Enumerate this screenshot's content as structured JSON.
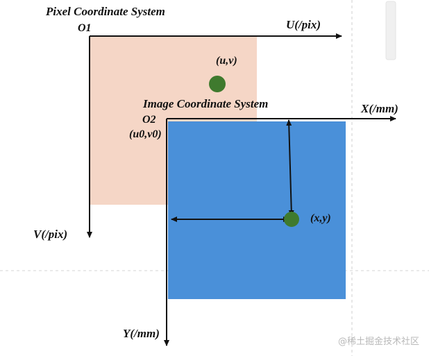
{
  "labels": {
    "pixel_system_title": "Pixel Coordinate System",
    "pixel_origin": "O1",
    "pixel_u_axis": "U(/pix)",
    "pixel_v_axis": "V(/pix)",
    "pixel_point": "(u,v)",
    "image_system_title": "Image Coordinate System",
    "image_origin": "O2",
    "image_origin_coords": "(u0,v0)",
    "image_x_axis": "X(/mm)",
    "image_y_axis": "Y(/mm)",
    "image_point": "(x,y)"
  },
  "watermark": "@稀土掘金技术社区",
  "colors": {
    "pixel_plane": "#f5d6c6",
    "image_plane": "#4a90d9",
    "point": "#3f7a2e",
    "axis": "#111111",
    "guide": "#c8c8c8",
    "watermark": "#b9b9b9"
  }
}
